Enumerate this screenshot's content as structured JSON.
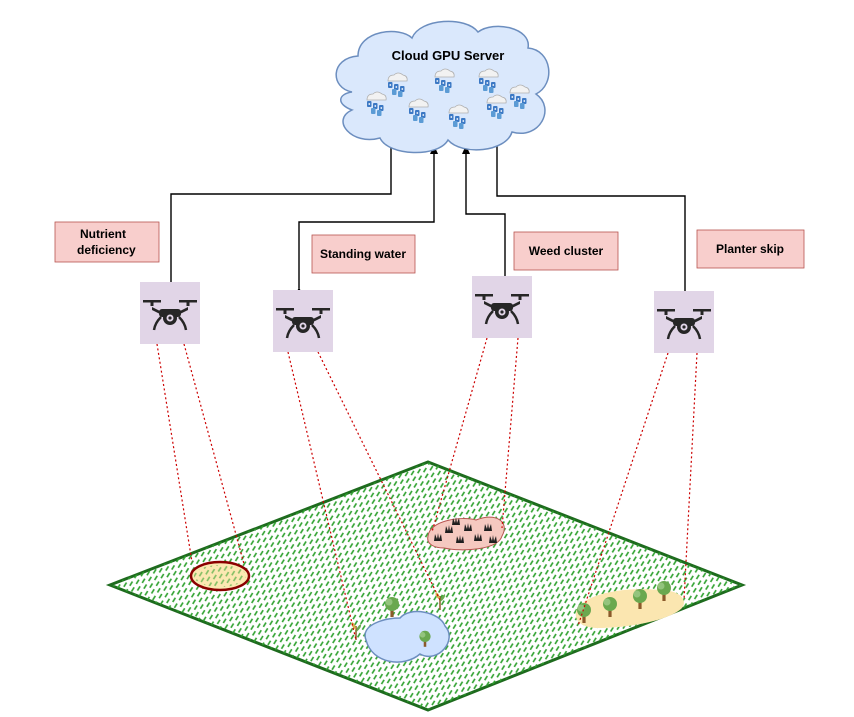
{
  "server": {
    "title": "Cloud GPU Server"
  },
  "labels": [
    {
      "id": "nutrient",
      "line1": "Nutrient",
      "line2": "deficiency"
    },
    {
      "id": "water",
      "line1": "Standing water",
      "line2": ""
    },
    {
      "id": "weed",
      "line1": "Weed cluster",
      "line2": ""
    },
    {
      "id": "planter",
      "line1": "Planter skip",
      "line2": ""
    }
  ],
  "colors": {
    "cloud_fill": "#dae8fc",
    "cloud_stroke": "#6c8ebf",
    "label_fill": "#f8cecc",
    "label_stroke": "#b85450",
    "drone_box": "#e1d5e7",
    "field_fill": "#ffffff",
    "field_border": "#1e6b1e",
    "crop_rows": "#2ca02c",
    "sight_line": "#cc0000",
    "water": "#cfe2ff",
    "weed_patch": "#f5c9c0",
    "bare_soil": "#fbe6b0",
    "tree": "#6aa84f"
  },
  "icons": {
    "drone": "quadcopter-drone-icon",
    "gpu": "gpu-node-icon",
    "tree": "tree-icon",
    "weed": "grass-tuft-icon"
  }
}
